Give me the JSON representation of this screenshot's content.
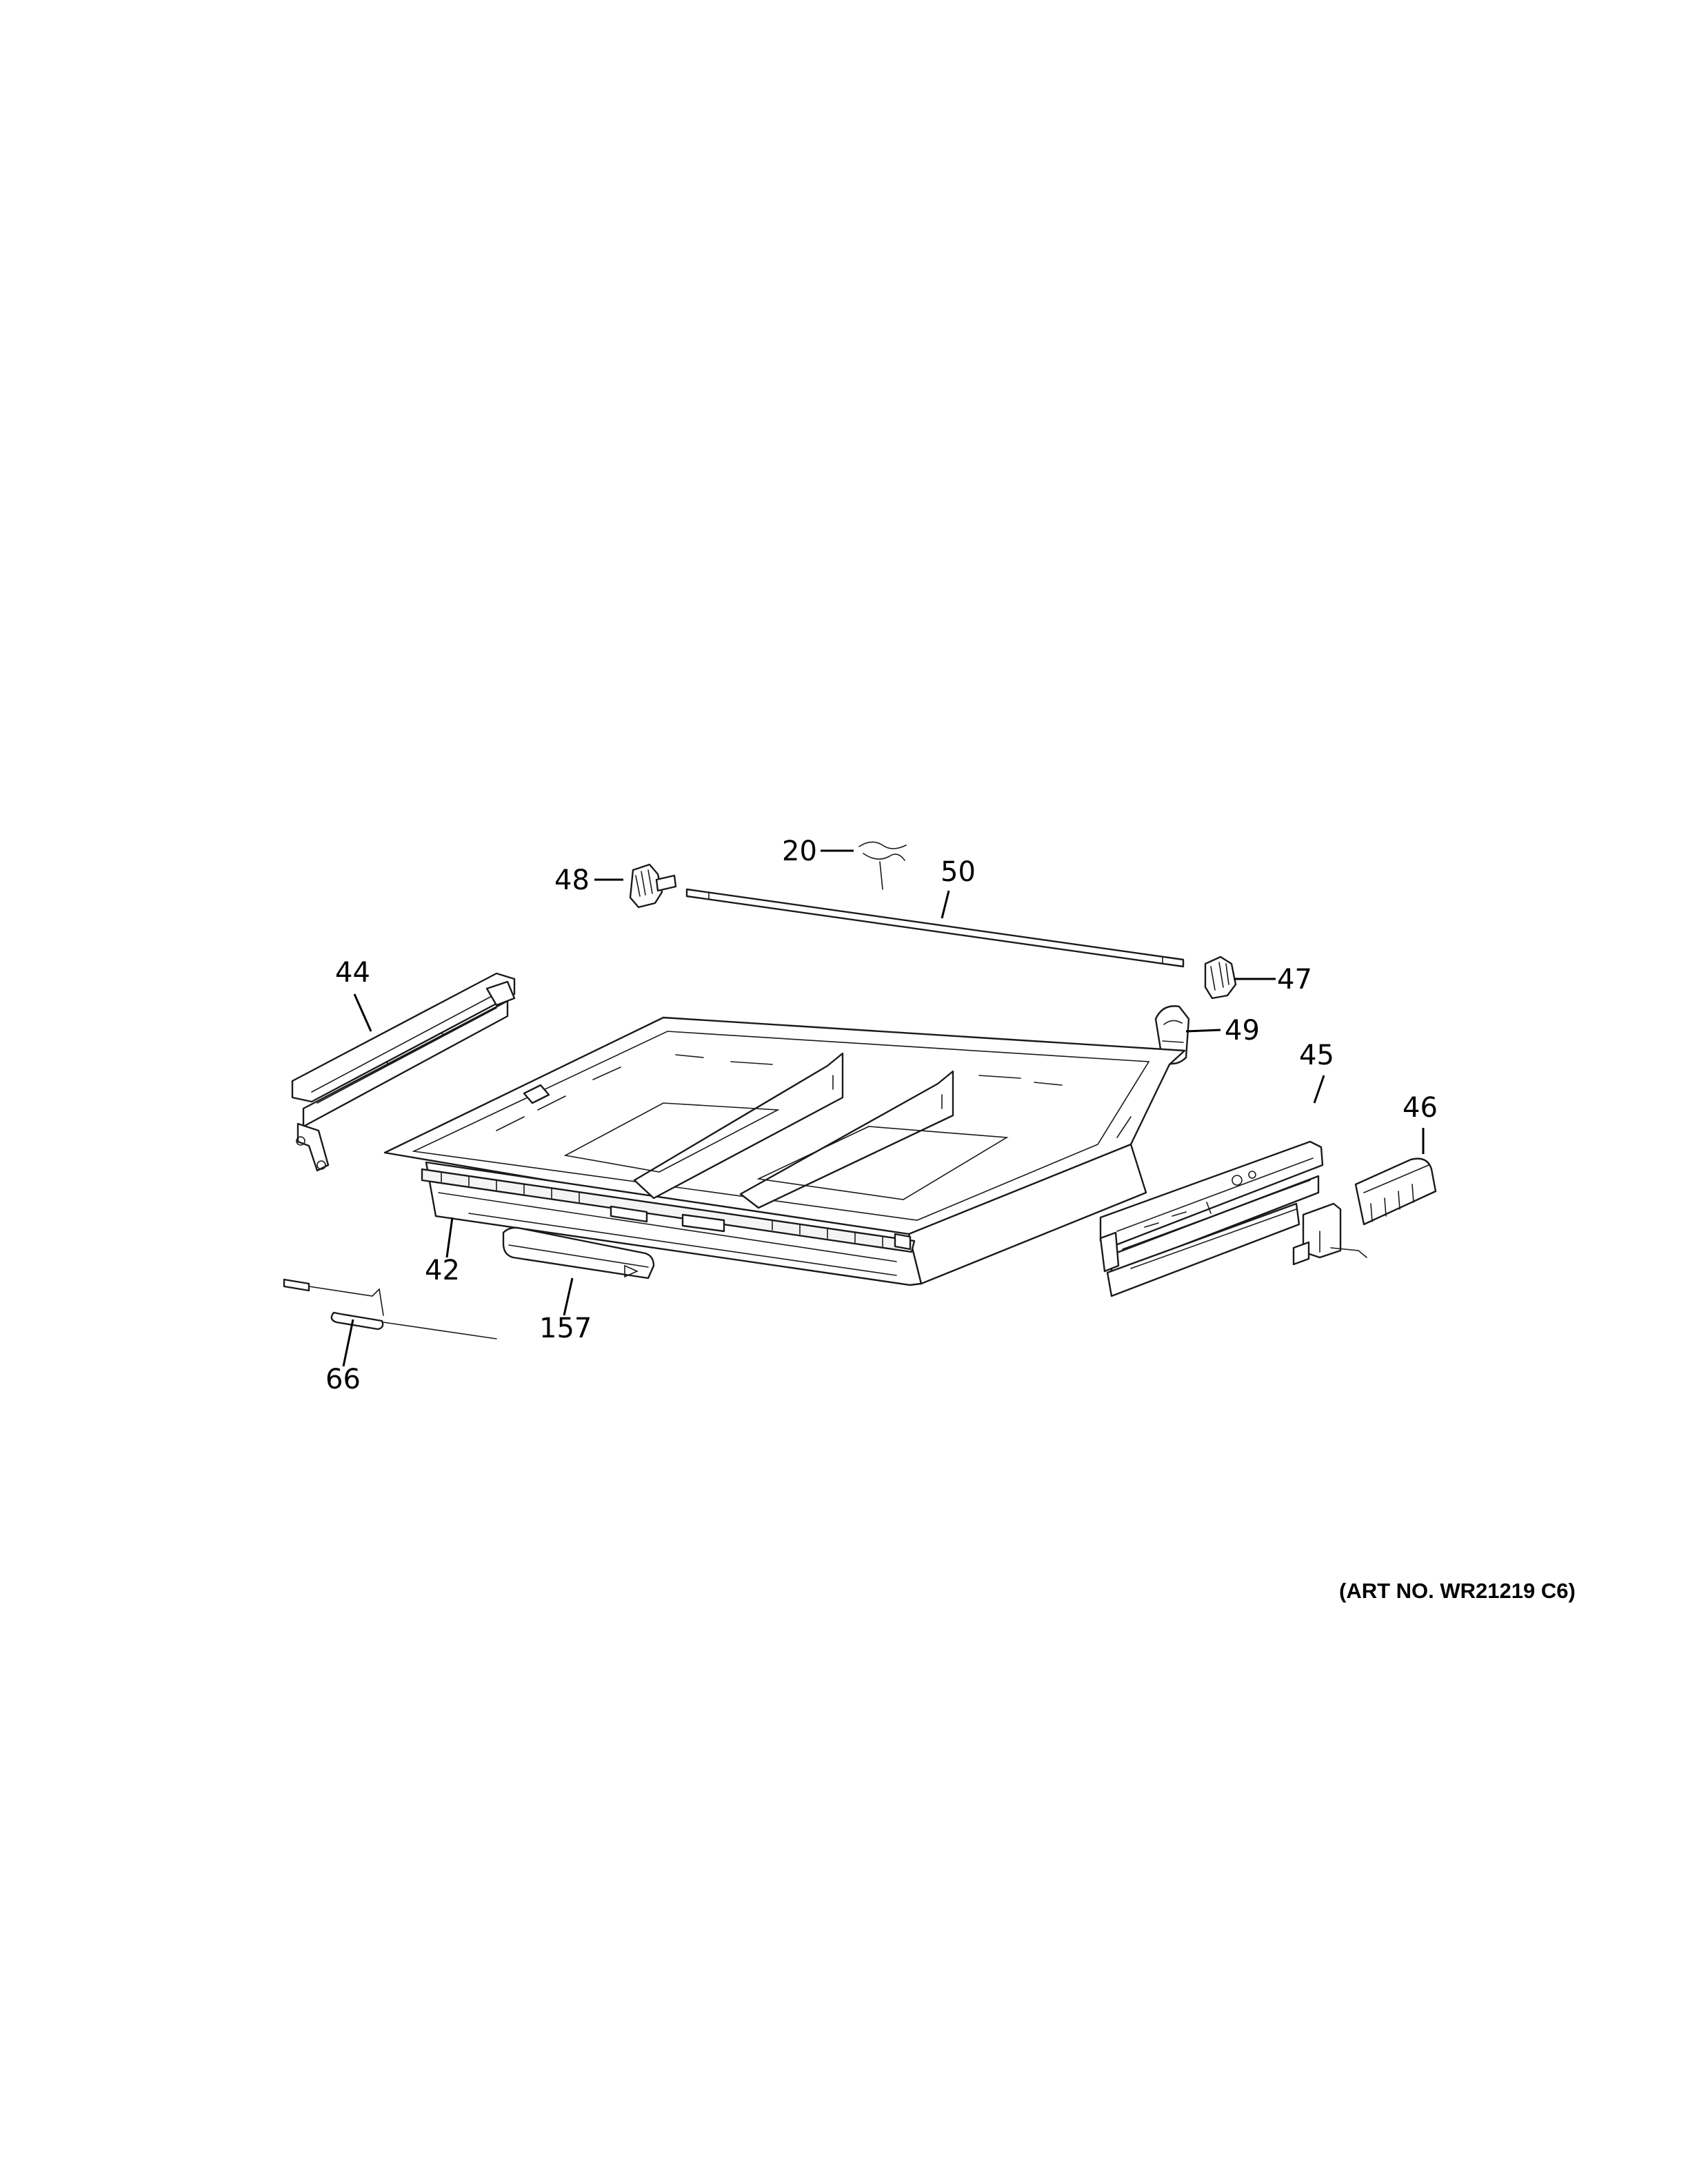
{
  "callouts": {
    "c20": "20",
    "c42": "42",
    "c44": "44",
    "c45": "45",
    "c46": "46",
    "c47": "47",
    "c48": "48",
    "c49": "49",
    "c50": "50",
    "c66": "66",
    "c157": "157"
  },
  "art_number": "(ART NO. WR21219 C6)"
}
